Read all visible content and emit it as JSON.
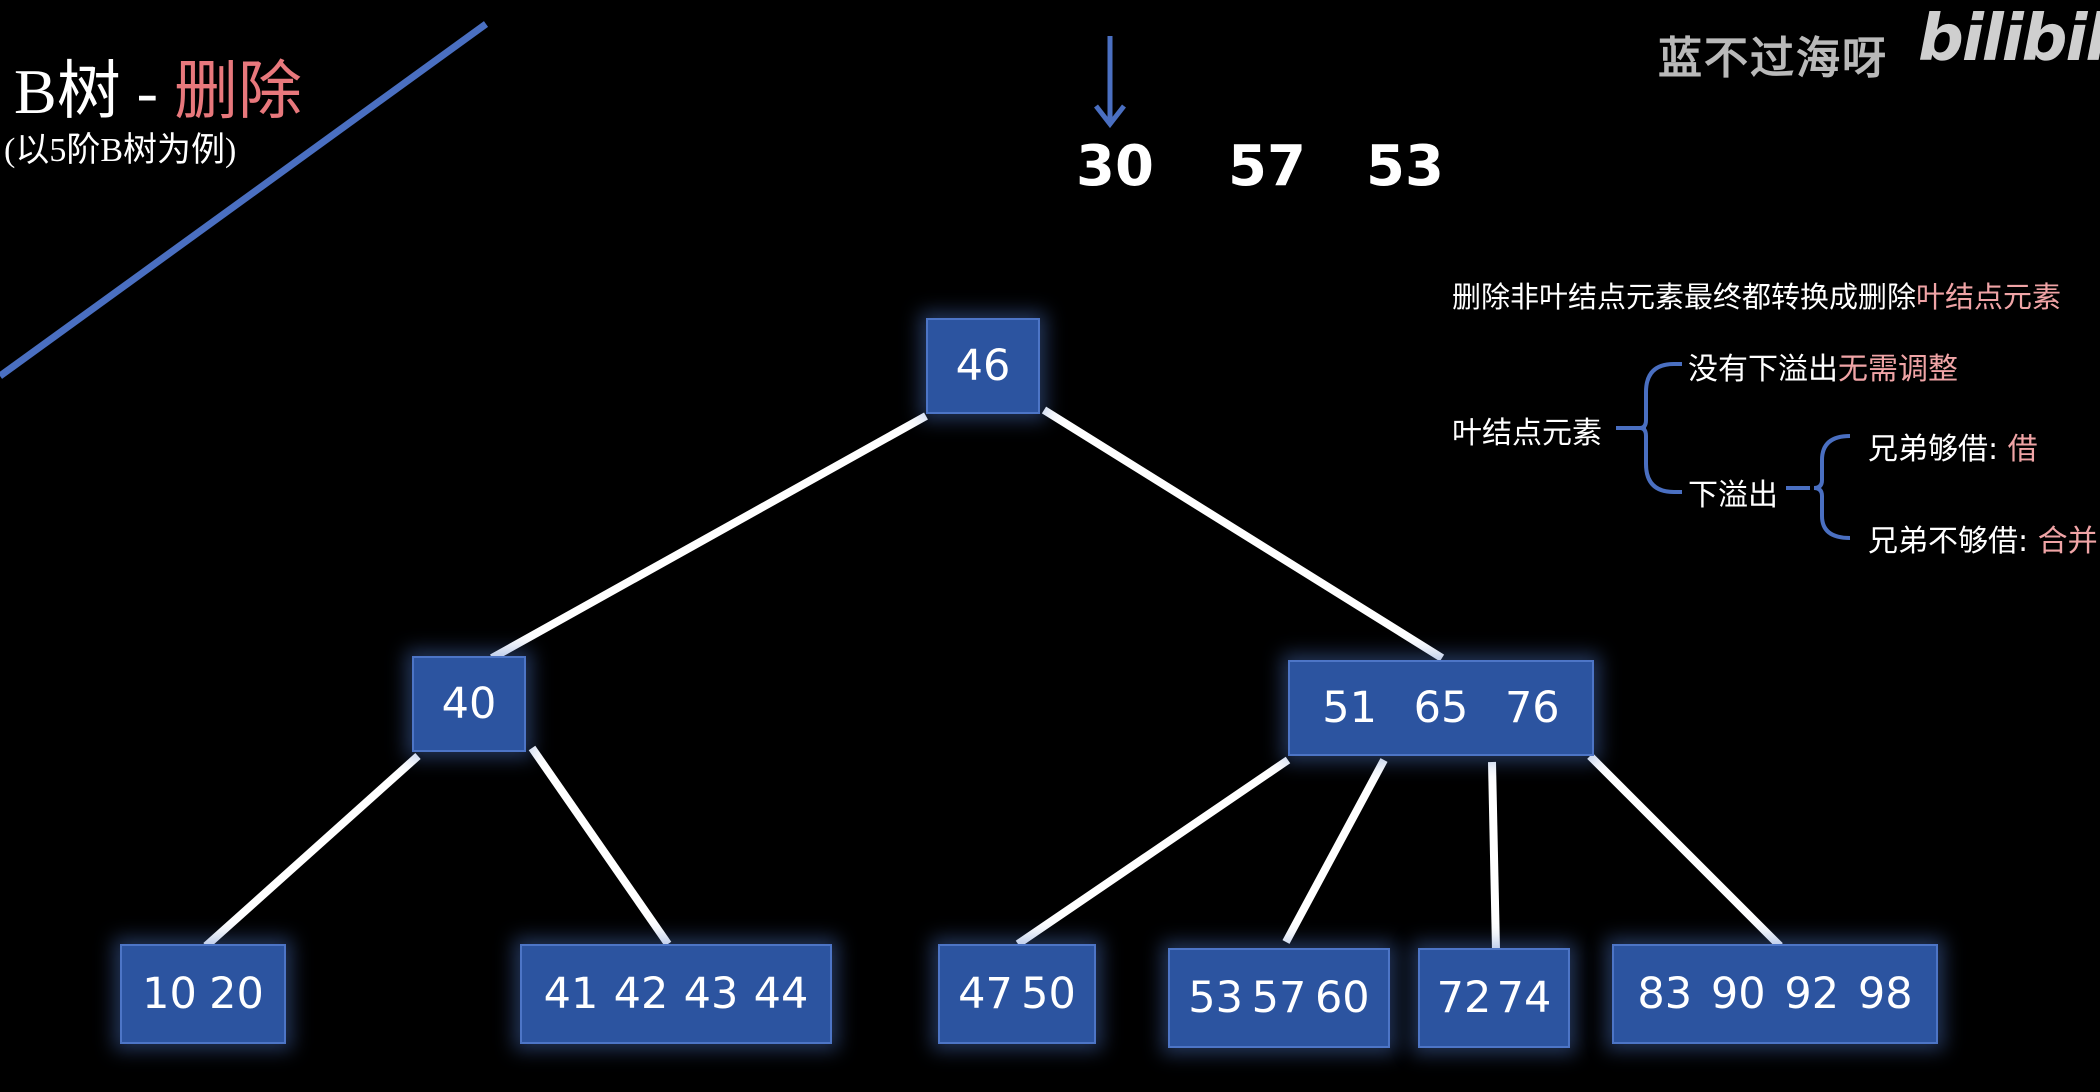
{
  "header": {
    "title_main": "B树 - ",
    "title_highlight": "删除",
    "subtitle": "(以5阶B树为例)"
  },
  "watermark": {
    "author": "蓝不过海呀",
    "logo": "bilibili"
  },
  "sequence": {
    "pointer_icon": "down-arrow-icon",
    "values": [
      "30",
      "57",
      "53"
    ]
  },
  "tree": {
    "root": {
      "keys": [
        "46"
      ]
    },
    "level1": [
      {
        "keys": [
          "40"
        ]
      },
      {
        "keys": [
          "51",
          "65",
          "76"
        ]
      }
    ],
    "leaves": [
      {
        "keys": [
          "10",
          "20"
        ]
      },
      {
        "keys": [
          "41",
          "42",
          "43",
          "44"
        ]
      },
      {
        "keys": [
          "47",
          "50"
        ]
      },
      {
        "keys": [
          "53",
          "57",
          "60"
        ]
      },
      {
        "keys": [
          "72",
          "74"
        ]
      },
      {
        "keys": [
          "83",
          "90",
          "92",
          "98"
        ]
      }
    ]
  },
  "notes": {
    "rule_prefix": "删除非叶结点元素最终都转换成删除",
    "rule_highlight": "叶结点元素",
    "leaf_label": "叶结点元素",
    "no_underflow_prefix": "没有下溢出",
    "no_underflow_highlight": "无需调整",
    "underflow_label": "下溢出",
    "sibling_enough_prefix": "兄弟够借: ",
    "sibling_enough_highlight": "借",
    "sibling_not_enough_prefix": "兄弟不够借: ",
    "sibling_not_enough_highlight": "合并"
  },
  "colors": {
    "node_fill": "#2c54a0",
    "accent_blue": "#4a6fc1",
    "highlight_red": "#e8787c",
    "edge": "#ffffff"
  }
}
